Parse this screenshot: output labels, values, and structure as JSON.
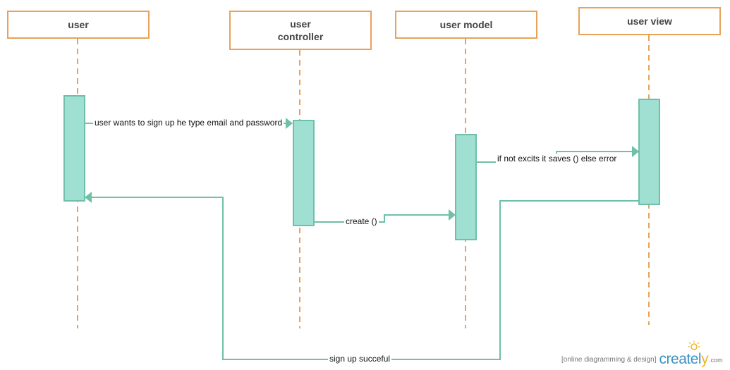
{
  "diagram": {
    "type": "sequence",
    "colors": {
      "actor_border": "#e8a25a",
      "lifeline": "#e8a25a",
      "activation_fill": "#9fe0d2",
      "activation_border": "#6fbfa9",
      "message": "#6fbfa9"
    },
    "actors": [
      {
        "id": "user",
        "label": "user"
      },
      {
        "id": "user-controller",
        "label": "user\ncontroller"
      },
      {
        "id": "user-model",
        "label": "user model"
      },
      {
        "id": "user-view",
        "label": "user view"
      }
    ],
    "messages": [
      {
        "id": "signup-request",
        "from": "user",
        "to": "user-controller",
        "label": "user wants to sign up he type email and password"
      },
      {
        "id": "create",
        "from": "user-controller",
        "to": "user-model",
        "label": "create ()"
      },
      {
        "id": "save-check",
        "from": "user-model",
        "to": "user-view",
        "label": "if not excits it saves () else error"
      },
      {
        "id": "signup-success",
        "from": "user-view",
        "to": "user",
        "label": "sign up succeful"
      }
    ]
  },
  "watermark": {
    "tagline": "[online diagramming & design]",
    "brand_main": "createl",
    "brand_accent": "y",
    "tld": ".com",
    "bulb_icon": "lightbulb-icon"
  }
}
